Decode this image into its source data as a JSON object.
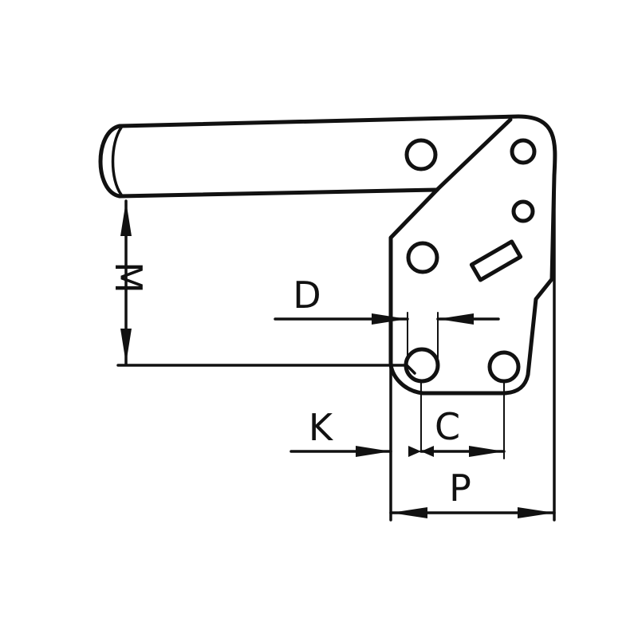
{
  "diagram": {
    "labels": {
      "M": "M",
      "D": "D",
      "K": "K",
      "C": "C",
      "P": "P"
    }
  }
}
